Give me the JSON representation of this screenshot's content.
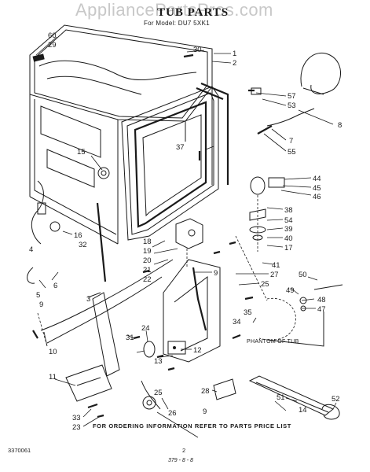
{
  "header": {
    "watermark": "AppliancePartsPros.com",
    "title": "TUB PARTS",
    "model_line": "For Model: DU7 5XK1"
  },
  "phantom_label": "PHANTOM OF TUB",
  "footer": {
    "instruction": "FOR ORDERING INFORMATION REFER TO PARTS PRICE LIST",
    "code": "3370061",
    "page": "2",
    "date_code": "379 - 8 - 8"
  },
  "callouts": [
    "60",
    "29",
    "30",
    "1",
    "2",
    "57",
    "53",
    "8",
    "15",
    "37",
    "7",
    "55",
    "44",
    "45",
    "46",
    "16",
    "4",
    "32",
    "18",
    "19",
    "20",
    "21",
    "38",
    "54",
    "39",
    "40",
    "17",
    "41",
    "27",
    "25",
    "9",
    "22",
    "50",
    "6",
    "5",
    "3",
    "49",
    "48",
    "47",
    "35",
    "34",
    "10",
    "24",
    "31",
    "11",
    "12",
    "13",
    "33",
    "23",
    "28",
    "26",
    "51",
    "14",
    "52"
  ]
}
